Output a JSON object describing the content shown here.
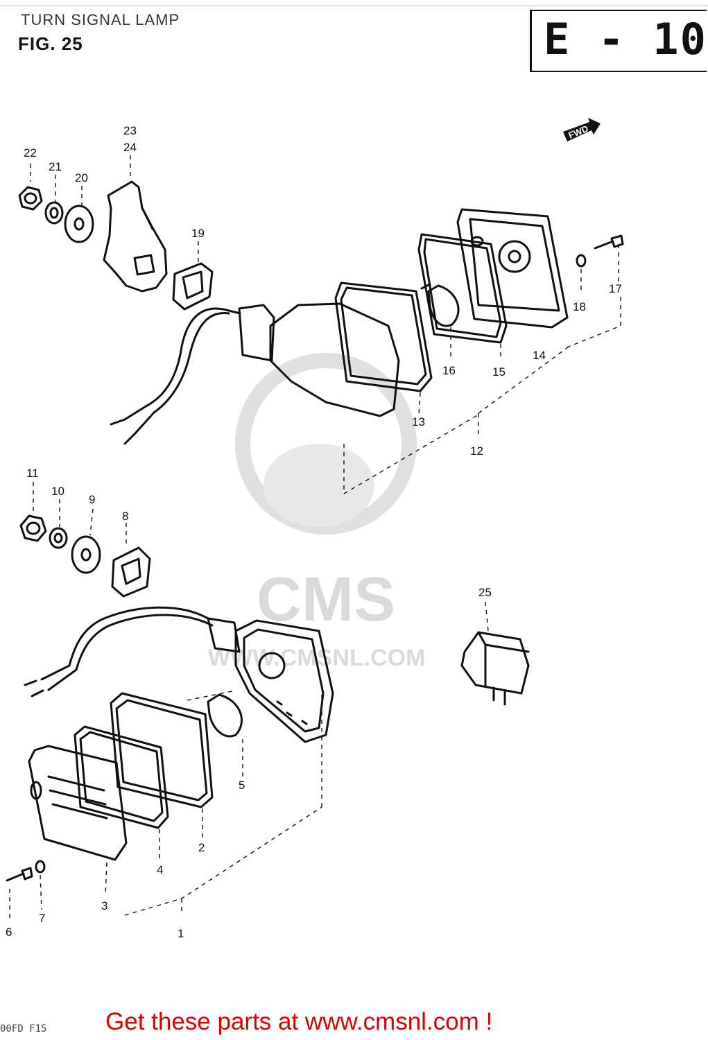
{
  "header": {
    "title": "TURN SIGNAL LAMP",
    "figure": "FIG. 25",
    "section_code": "E - 10"
  },
  "direction_marker": "FWD",
  "part_numbers": [
    "1",
    "2",
    "3",
    "4",
    "5",
    "6",
    "7",
    "8",
    "9",
    "10",
    "11",
    "12",
    "13",
    "14",
    "15",
    "16",
    "17",
    "18",
    "19",
    "20",
    "21",
    "22",
    "23",
    "24",
    "25"
  ],
  "watermark": {
    "brand": "CMS",
    "url": "WWW.CMSNL.COM"
  },
  "footer": {
    "cta": "Get these parts at www.cmsnl.com !",
    "corner_code": "00FD F15"
  }
}
